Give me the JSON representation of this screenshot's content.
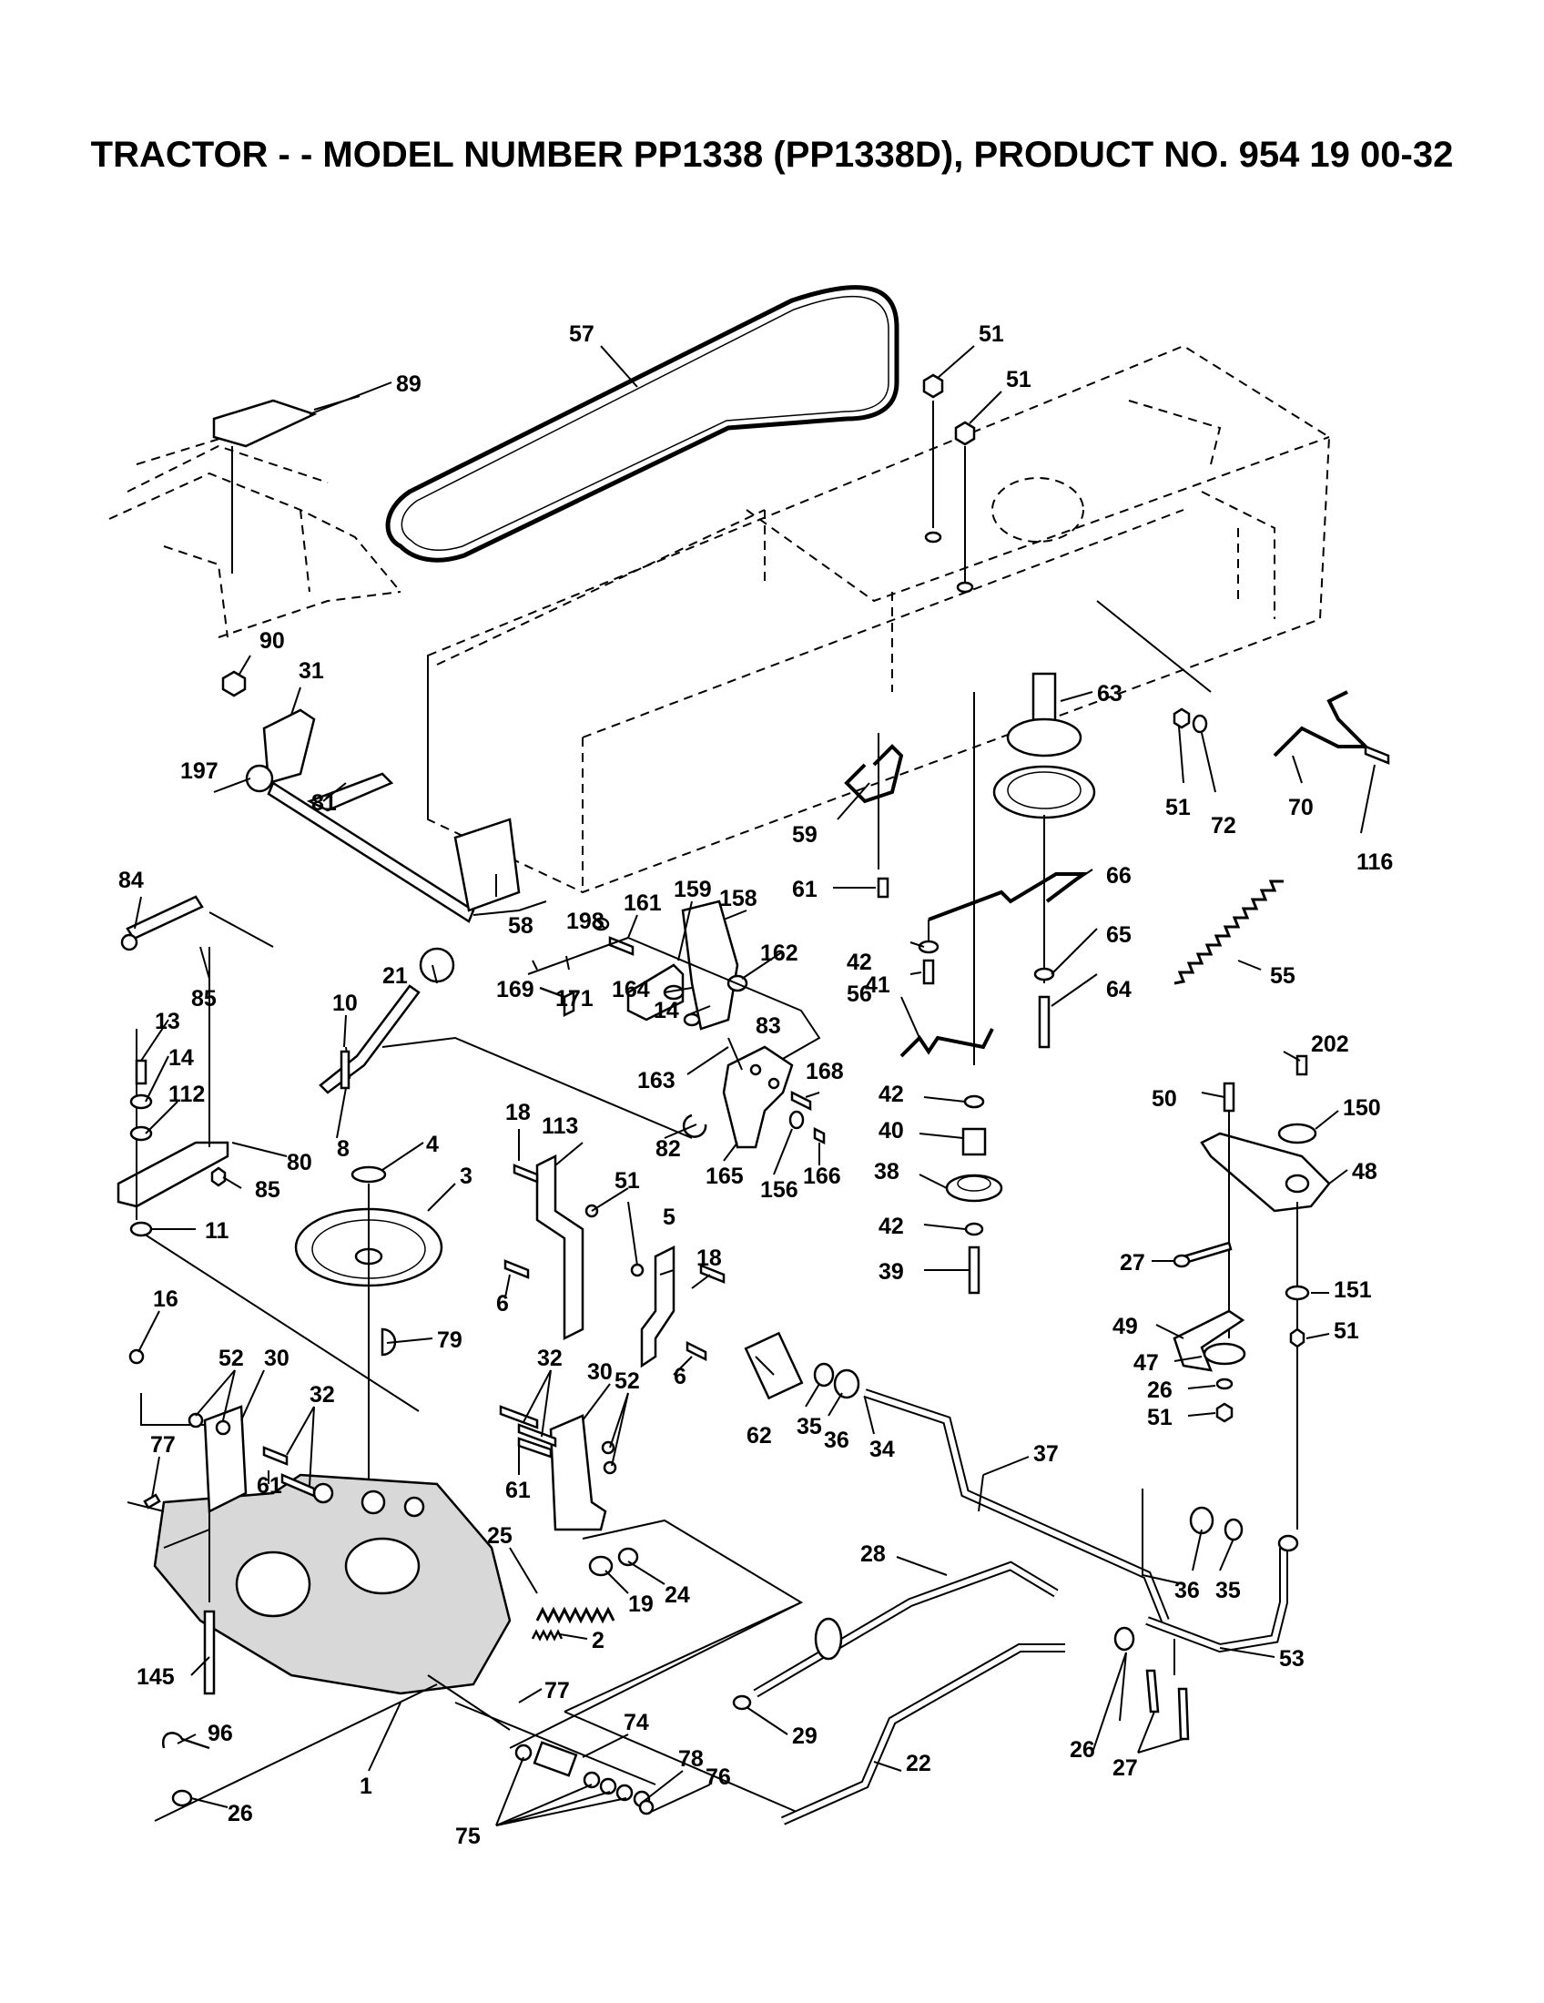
{
  "title": "TRACTOR - - MODEL NUMBER PP1338 (PP1338D), PRODUCT NO. 954 19 00-32",
  "callouts": {
    "c57": "57",
    "c51a": "51",
    "c51b": "51",
    "c89": "89",
    "c90": "90",
    "c31": "31",
    "c197": "197",
    "c81": "81",
    "c84": "84",
    "c85a": "85",
    "c58": "58",
    "c198": "198",
    "c161": "161",
    "c159": "159",
    "c158": "158",
    "c162": "162",
    "c59": "59",
    "c61a": "61",
    "c63": "63",
    "c51c": "51",
    "c72": "72",
    "c70": "70",
    "c116": "116",
    "c66": "66",
    "c42a": "42",
    "c56": "56",
    "c65": "65",
    "c64": "64",
    "c55": "55",
    "c21": "21",
    "c169": "169",
    "c171": "171",
    "c164": "164",
    "c14a": "14",
    "c83": "83",
    "c163": "163",
    "c41": "41",
    "c10": "10",
    "c13": "13",
    "c14b": "14",
    "c112": "112",
    "c80": "80",
    "c8": "8",
    "c4": "4",
    "c85b": "85",
    "c3": "3",
    "c11": "11",
    "c82": "82",
    "c165": "165",
    "c156": "156",
    "c168": "168",
    "c166": "166",
    "c42b": "42",
    "c40": "40",
    "c38": "38",
    "c42c": "42",
    "c39": "39",
    "c18a": "18",
    "c113": "113",
    "c51d": "51",
    "c5": "5",
    "c18b": "18",
    "c6a": "6",
    "c6b": "6",
    "c202": "202",
    "c50": "50",
    "c150": "150",
    "c48": "48",
    "c27a": "27",
    "c151": "151",
    "c51e": "51",
    "c49": "49",
    "c47": "47",
    "c26a": "26",
    "c51f": "51",
    "c16": "16",
    "c52a": "52",
    "c30a": "30",
    "c32a": "32",
    "c79": "79",
    "c32b": "32",
    "c30b": "30",
    "c52b": "52",
    "c61b": "61",
    "c61c": "61",
    "c62": "62",
    "c35a": "35",
    "c36a": "36",
    "c34": "34",
    "c77a": "77",
    "c37": "37",
    "c25": "25",
    "c19": "19",
    "c24": "24",
    "c28": "28",
    "c36b": "36",
    "c35b": "35",
    "c2": "2",
    "c53": "53",
    "c145": "145",
    "c77b": "77",
    "c74": "74",
    "c29": "29",
    "c22": "22",
    "c96": "96",
    "c1": "1",
    "c78": "78",
    "c76": "76",
    "c26b": "26",
    "c27b": "27",
    "c26c": "26",
    "c75": "75"
  }
}
